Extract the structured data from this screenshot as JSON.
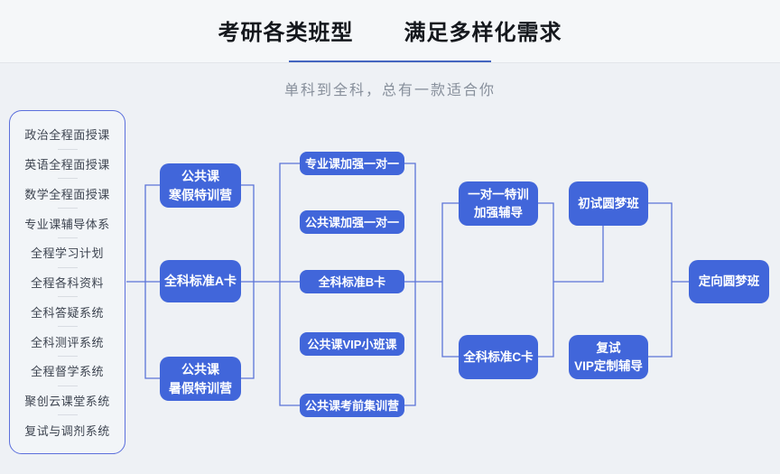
{
  "header": {
    "title_left": "考研各类班型",
    "title_right": "满足多样化需求",
    "subtitle": "单科到全科，总有一款适合你"
  },
  "sidebar": {
    "items": [
      "政治全程面授课",
      "英语全程面授课",
      "数学全程面授课",
      "专业课辅导体系",
      "全程学习计划",
      "全程各科资料",
      "全科答疑系统",
      "全科测评系统",
      "全程督学系统",
      "聚创云课堂系统",
      "复试与调剂系统"
    ]
  },
  "flow": {
    "col1": [
      "公共课\n寒假特训营",
      "全科标准A卡",
      "公共课\n暑假特训营"
    ],
    "col2": [
      "专业课加强一对一",
      "公共课加强一对一",
      "全科标准B卡",
      "公共课VIP小班课",
      "公共课考前集训营"
    ],
    "col3": [
      "一对一特训\n加强辅导",
      "全科标准C卡"
    ],
    "col4": [
      "初试圆梦班",
      "复试\nVIP定制辅导"
    ],
    "col5": [
      "定向圆梦班"
    ]
  },
  "colors": {
    "box_blue": "#4166da",
    "line_blue": "#5b74d8",
    "accent_underline": "#4465c0",
    "sidebar_border": "#5b6fdc",
    "background": "#eef1f5"
  }
}
